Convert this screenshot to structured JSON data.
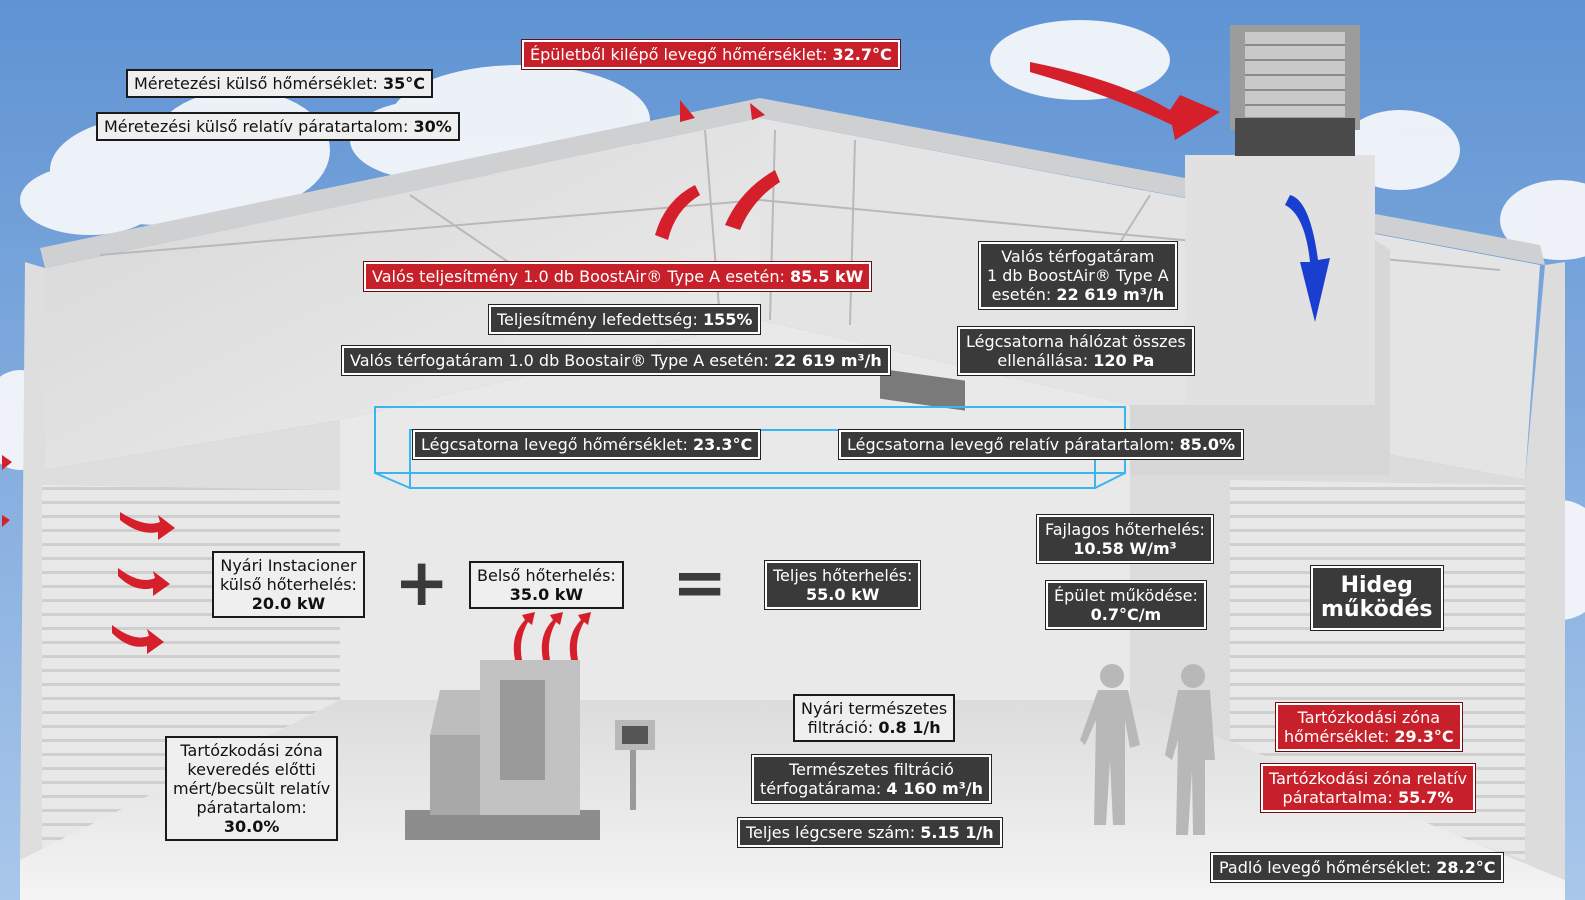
{
  "labels": {
    "exhaust_temp": {
      "text": "Épületből kilépő levegő hőmérséklet: ",
      "value": "32.7°C"
    },
    "design_ext_temp": {
      "text": "Méretezési külső hőmérséklet: ",
      "value": "35°C"
    },
    "design_ext_rh": {
      "text": "Méretezési külső relatív páratartalom: ",
      "value": "30%"
    },
    "real_power": {
      "text": "Valós teljesítmény 1.0 db BoostAir® Type A esetén: ",
      "value": "85.5 kW"
    },
    "coverage": {
      "text": "Teljesítmény lefedettség: ",
      "value": "155%"
    },
    "real_flow": {
      "text": "Valós térfogatáram 1.0 db Boostair® Type A esetén: ",
      "value": "22 619 m³/h"
    },
    "unit_flow": {
      "line1": "Valós térfogatáram",
      "line2": "1 db BoostAir® Type A",
      "line3": "esetén: ",
      "value": "22 619 m³/h"
    },
    "duct_resistance": {
      "line1": "Légcsatorna hálózat összes",
      "line2": "ellenállása: ",
      "value": "120 Pa"
    },
    "duct_temp": {
      "text": "Légcsatorna levegő hőmérséklet: ",
      "value": "23.3°C"
    },
    "duct_rh": {
      "text": "Légcsatorna levegő relatív páratartalom: ",
      "value": "85.0%"
    },
    "specific_load": {
      "line1": "Fajlagos hőterhelés:",
      "value": "10.58 W/m³"
    },
    "building_op": {
      "line1": "Épület működése:",
      "value": "0.7°C/m"
    },
    "mode": {
      "line1": "Hideg",
      "line2": "működés"
    },
    "summer_load": {
      "line1": "Nyári Instacioner",
      "line2": "külső hőterhelés:",
      "value": "20.0 kW"
    },
    "internal_load": {
      "line1": "Belső hőterhelés:",
      "value": "35.0 kW"
    },
    "total_load": {
      "line1": "Teljes hőterhelés:",
      "value": "55.0 kW"
    },
    "natural_infiltration": {
      "line1": "Nyári természetes",
      "line2": "filtráció: ",
      "value": "0.8 1/h"
    },
    "infiltration_flow": {
      "line1": "Természetes filtráció",
      "line2": "térfogatárama: ",
      "value": "4 160 m³/h"
    },
    "air_change": {
      "text": "Teljes légcsere szám: ",
      "value": "5.15 1/h"
    },
    "zone_rh_measured": {
      "line1": "Tartózkodási zóna",
      "line2": "keveredés előtti",
      "line3": "mért/becsült relatív",
      "line4": "páratartalom:",
      "value": "30.0%"
    },
    "zone_temp": {
      "line1": "Tartózkodási zóna",
      "line2": "hőmérséklet: ",
      "value": "29.3°C"
    },
    "zone_rh": {
      "line1": "Tartózkodási zóna relatív",
      "line2": "páratartalma: ",
      "value": "55.7%"
    },
    "floor_temp": {
      "text": "Padló levegő hőmérséklet: ",
      "value": "28.2°C"
    }
  },
  "operators": {
    "plus": "+",
    "equals": "="
  },
  "colors": {
    "red": "#c8202a",
    "dark": "#3a3a3a",
    "light": "#efefef",
    "sky": "#6f9fd8",
    "arrow_blue": "#1a3fd0",
    "duct": "#39b6f0"
  },
  "icons": [
    "hvac-unit-icon",
    "cnc-machine-icon",
    "worker-figure-icon",
    "heat-arrow-icon",
    "airflow-arrow-icon"
  ]
}
